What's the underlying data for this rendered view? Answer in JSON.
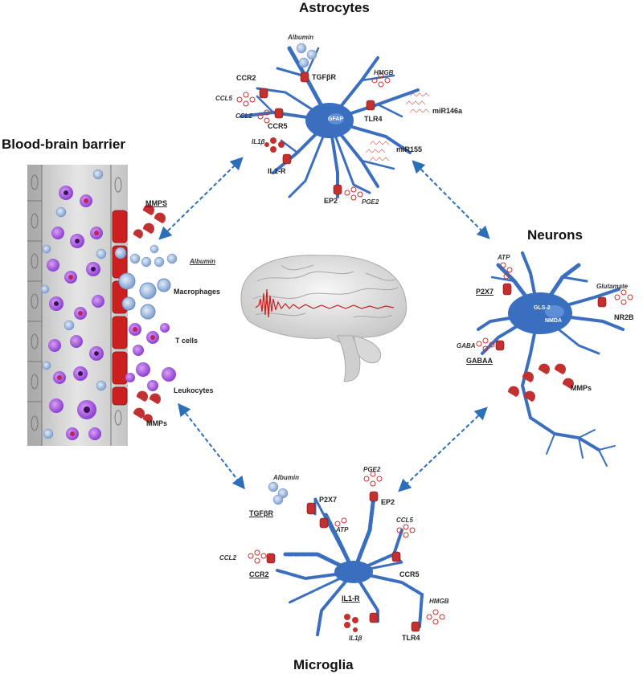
{
  "titles": {
    "astrocytes": "Astrocytes",
    "bbb": "Blood-brain barrier",
    "neurons": "Neurons",
    "microglia": "Microglia"
  },
  "astrocyte_labels": {
    "albumin": "Albumin",
    "ccr2": "CCR2",
    "tgfbr": "TGFβR",
    "hmgb": "HMGB",
    "ccl2": "CCL2",
    "ccl5": "CCL5",
    "ccr5": "CCR5",
    "tlr4": "TLR4",
    "mir146a": "miR146a",
    "il1b": "IL1β",
    "mir155": "miR155",
    "il1r": "IL1-R",
    "ep2": "EP2",
    "pge2": "PGE2",
    "nucleus": "GFAP"
  },
  "bbb_labels": {
    "mmps_top": "MMPS",
    "albumin": "Albumin",
    "macrophages": "Macrophages",
    "tcells": "T cells",
    "leukocytes": "Leukocytes",
    "mmps_bottom": "MMPs"
  },
  "neuron_labels": {
    "atp": "ATP",
    "p2x7": "P2X7",
    "glutamate": "Glutamate",
    "nr2b": "NR2B",
    "gaba": "GABA",
    "gabaa": "GABAA",
    "mmps": "MMPs",
    "nucleus1": "GLS-2",
    "nucleus2": "NMDA"
  },
  "microglia_labels": {
    "albumin": "Albumin",
    "pge2": "PGE2",
    "p2x7": "P2X7",
    "ep2": "EP2",
    "tgfbr": "TGFβR",
    "atp": "ATP",
    "ccl5": "CCL5",
    "ccl2": "CCL2",
    "ccr5": "CCR5",
    "ccr2": "CCR2",
    "il1r": "IL1-R",
    "hmgb": "HMGB",
    "il1b": "IL1β",
    "tlr4": "TLR4"
  },
  "colors": {
    "neuron_blue": "#3a6fc0",
    "vessel_red": "#cc2020",
    "receptor_red": "#c23030",
    "arrow_blue": "#2b6fb8",
    "cell_purple": "#8b3fd0",
    "vessel_grey": "#d9d9d9"
  }
}
